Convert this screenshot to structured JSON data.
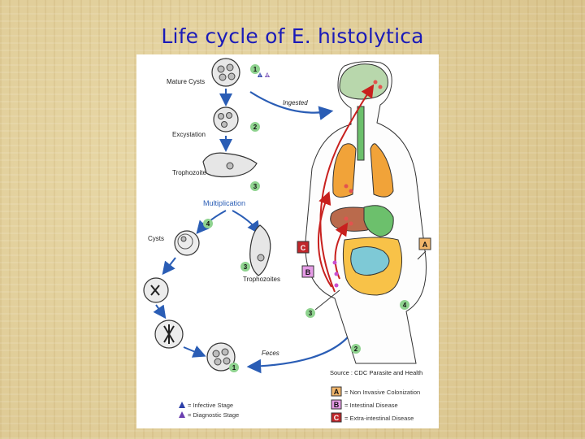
{
  "title": "Life cycle of E. histolytica",
  "stages": {
    "mature_cysts": "Mature Cysts",
    "excystation": "Excystation",
    "trophozoite": "Trophozoite",
    "multiplication": "Multiplication",
    "cysts": "Cysts",
    "trophozoites": "Trophozoites"
  },
  "arrows": {
    "ingested": "Ingested",
    "feces": "Feces"
  },
  "numbers": {
    "n1": "1",
    "n2": "2",
    "n3": "3",
    "n4": "4",
    "n3b": "3",
    "n4b": "4",
    "n2b": "2",
    "n3c": "3",
    "n1b": "1"
  },
  "marker_letters": {
    "i": "i",
    "d": "d"
  },
  "sites": {
    "a": "A",
    "b": "B",
    "c": "C"
  },
  "source": "Source : CDC Parasite and Health",
  "legend": {
    "infective": "= Infective Stage",
    "diagnostic": "= Diagnostic Stage",
    "a_label": "A",
    "a_text": "= Non Invasive Colonization",
    "b_label": "B",
    "b_text": "= Intestinal Disease",
    "c_label": "C",
    "c_text": "= Extra-intestinal Disease"
  },
  "colors": {
    "title": "#1b1bb8",
    "number_badge": "#8fd38f",
    "infective_triangle": "#2c3fa8",
    "diagnostic_triangle": "#6a3fb0",
    "arrow_blue": "#2a5db5",
    "arrow_red": "#c8201e",
    "badge_a": "#f2b66b",
    "badge_b": "#e59be6",
    "badge_c": "#c0262a"
  }
}
